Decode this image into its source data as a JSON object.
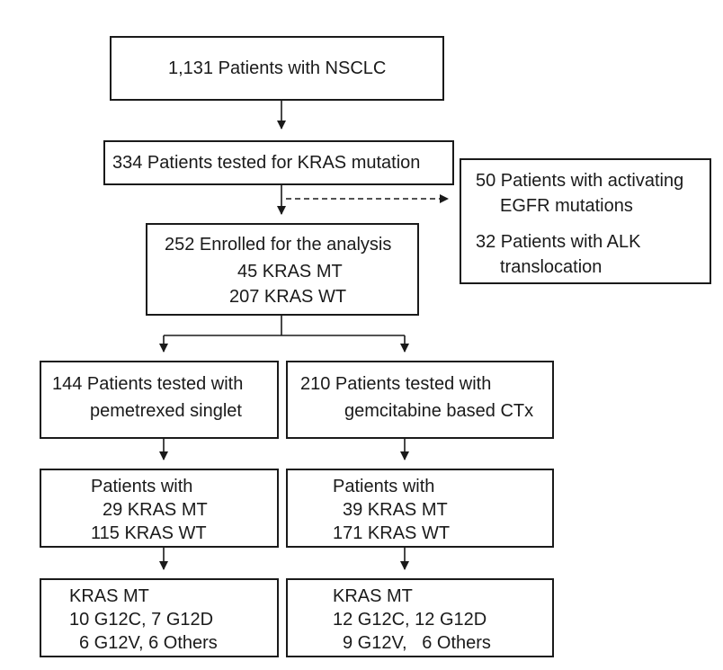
{
  "boxes": {
    "total": {
      "line1": "1,131 Patients with NSCLC"
    },
    "tested": {
      "line1": "334 Patients tested for KRAS mutation"
    },
    "excluded": {
      "line1": "50 Patients with activating",
      "line2": "EGFR mutations",
      "line3": "32 Patients with ALK",
      "line4": "translocation"
    },
    "enrolled": {
      "line1": "252 Enrolled for the analysis",
      "line2": "45 KRAS MT",
      "line3": "207 KRAS WT"
    },
    "pemetrexed": {
      "line1": "144 Patients tested with",
      "line2": "pemetrexed singlet"
    },
    "gemcitabine": {
      "line1": "210 Patients tested with",
      "line2": "gemcitabine based CTx"
    },
    "pem_kras": {
      "line1": "Patients with",
      "line2": "29 KRAS MT",
      "line3": "115 KRAS WT"
    },
    "gem_kras": {
      "line1": "Patients with",
      "line2": "39 KRAS MT",
      "line3": "171 KRAS WT"
    },
    "pem_mt": {
      "line1": "KRAS MT",
      "line2": "10 G12C, 7 G12D",
      "line3": "6 G12V, 6 Others"
    },
    "gem_mt": {
      "line1": "KRAS MT",
      "line2": "12 G12C, 12 G12D",
      "line3": "9 G12V,   6 Others"
    }
  }
}
